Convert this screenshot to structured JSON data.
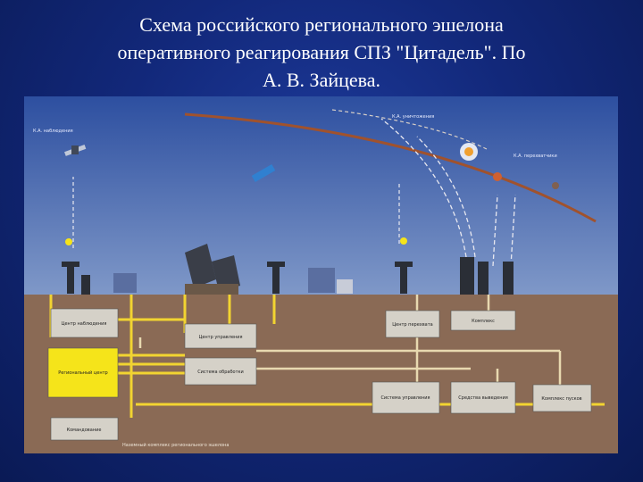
{
  "title": {
    "line1": "Схема российского регионального эшелона",
    "line2": "оперативного реагирования СПЗ \"Цитадель\". По",
    "line3": "А. В. Зайцева."
  },
  "diagram": {
    "sky_labels": {
      "left_vehicle": "К.А. наблюдения",
      "top_interceptor": "К.А. уничтожения",
      "right_interceptor": "К.А. перехватчики"
    },
    "boxes": [
      {
        "id": "b1",
        "text": "Центр наблюдения"
      },
      {
        "id": "b2",
        "text": "Региональный центр"
      },
      {
        "id": "b3",
        "text": "Командование"
      },
      {
        "id": "b4",
        "text": "Центр управления"
      },
      {
        "id": "b5",
        "text": "Система обработки"
      },
      {
        "id": "b6",
        "text": "Центр перехвата"
      },
      {
        "id": "b7",
        "text": "Комплекс"
      },
      {
        "id": "b8",
        "text": "Система управления"
      },
      {
        "id": "b9",
        "text": "Средства выведения"
      },
      {
        "id": "b10",
        "text": "Комплекс пусков"
      }
    ],
    "footer_note": "Наземный комплекс регионального эшелона",
    "colors": {
      "sky_top": "#2d4fa0",
      "sky_bottom": "#7f98c8",
      "ground": "#8a6a55",
      "yellow_line": "#f2d431",
      "beige_line": "#e8d9b0",
      "highlight_box": "#f5e41a",
      "box": "#d5d1c8",
      "trajectory": "#a0522d"
    }
  }
}
